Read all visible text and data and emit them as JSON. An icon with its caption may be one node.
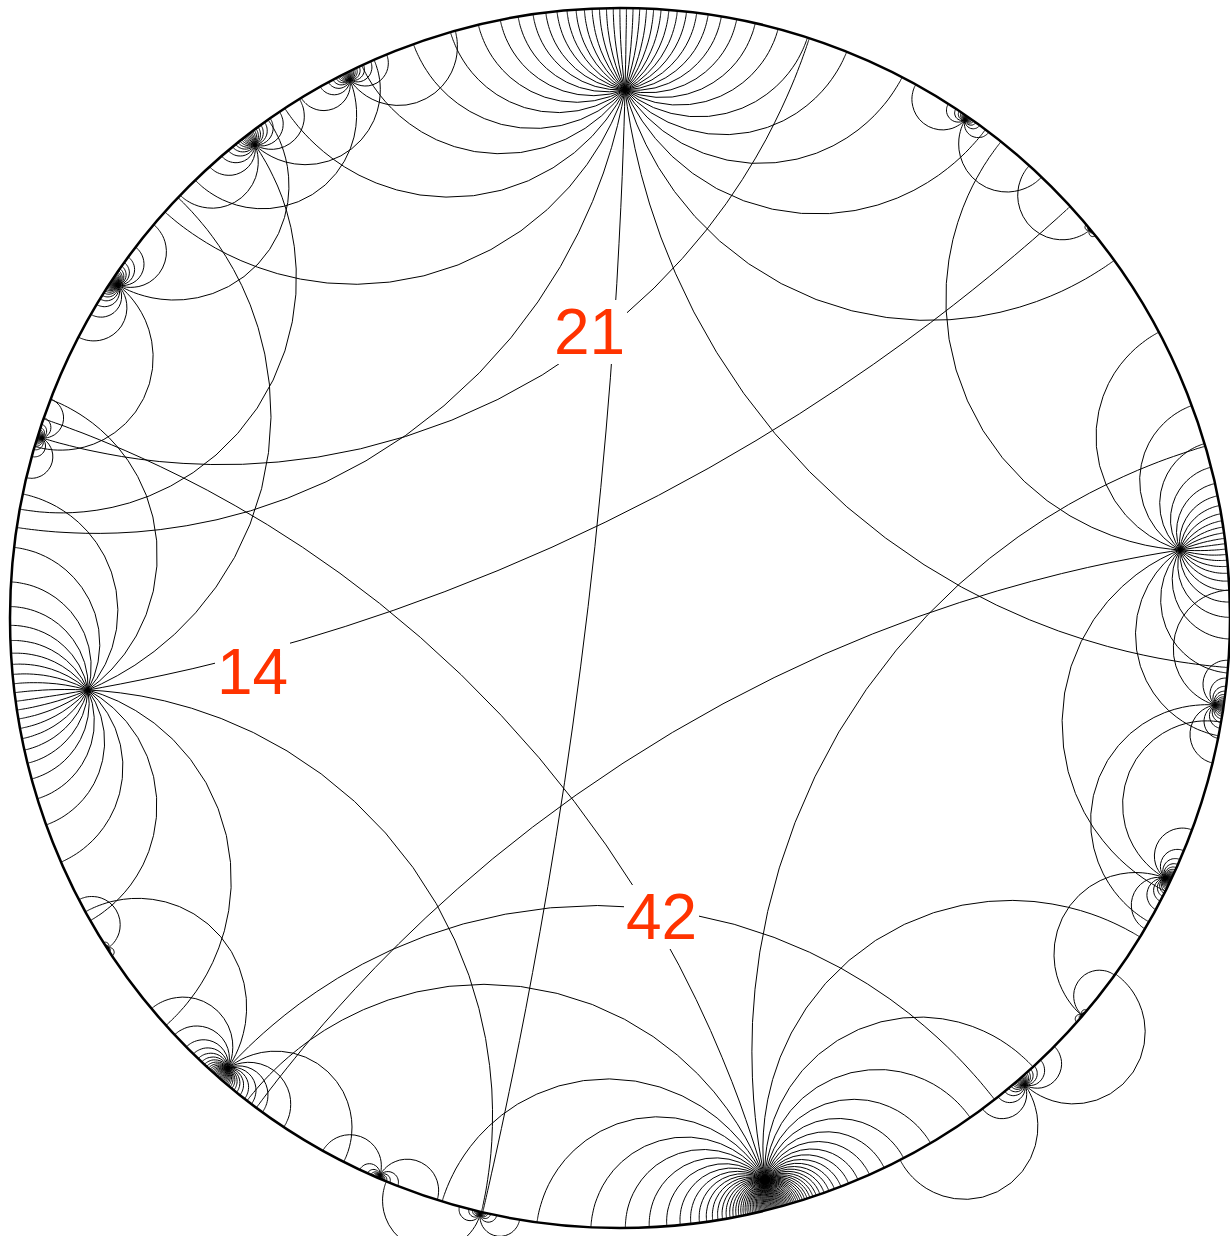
{
  "diagram": {
    "labels": [
      "21",
      "14",
      "42"
    ]
  }
}
